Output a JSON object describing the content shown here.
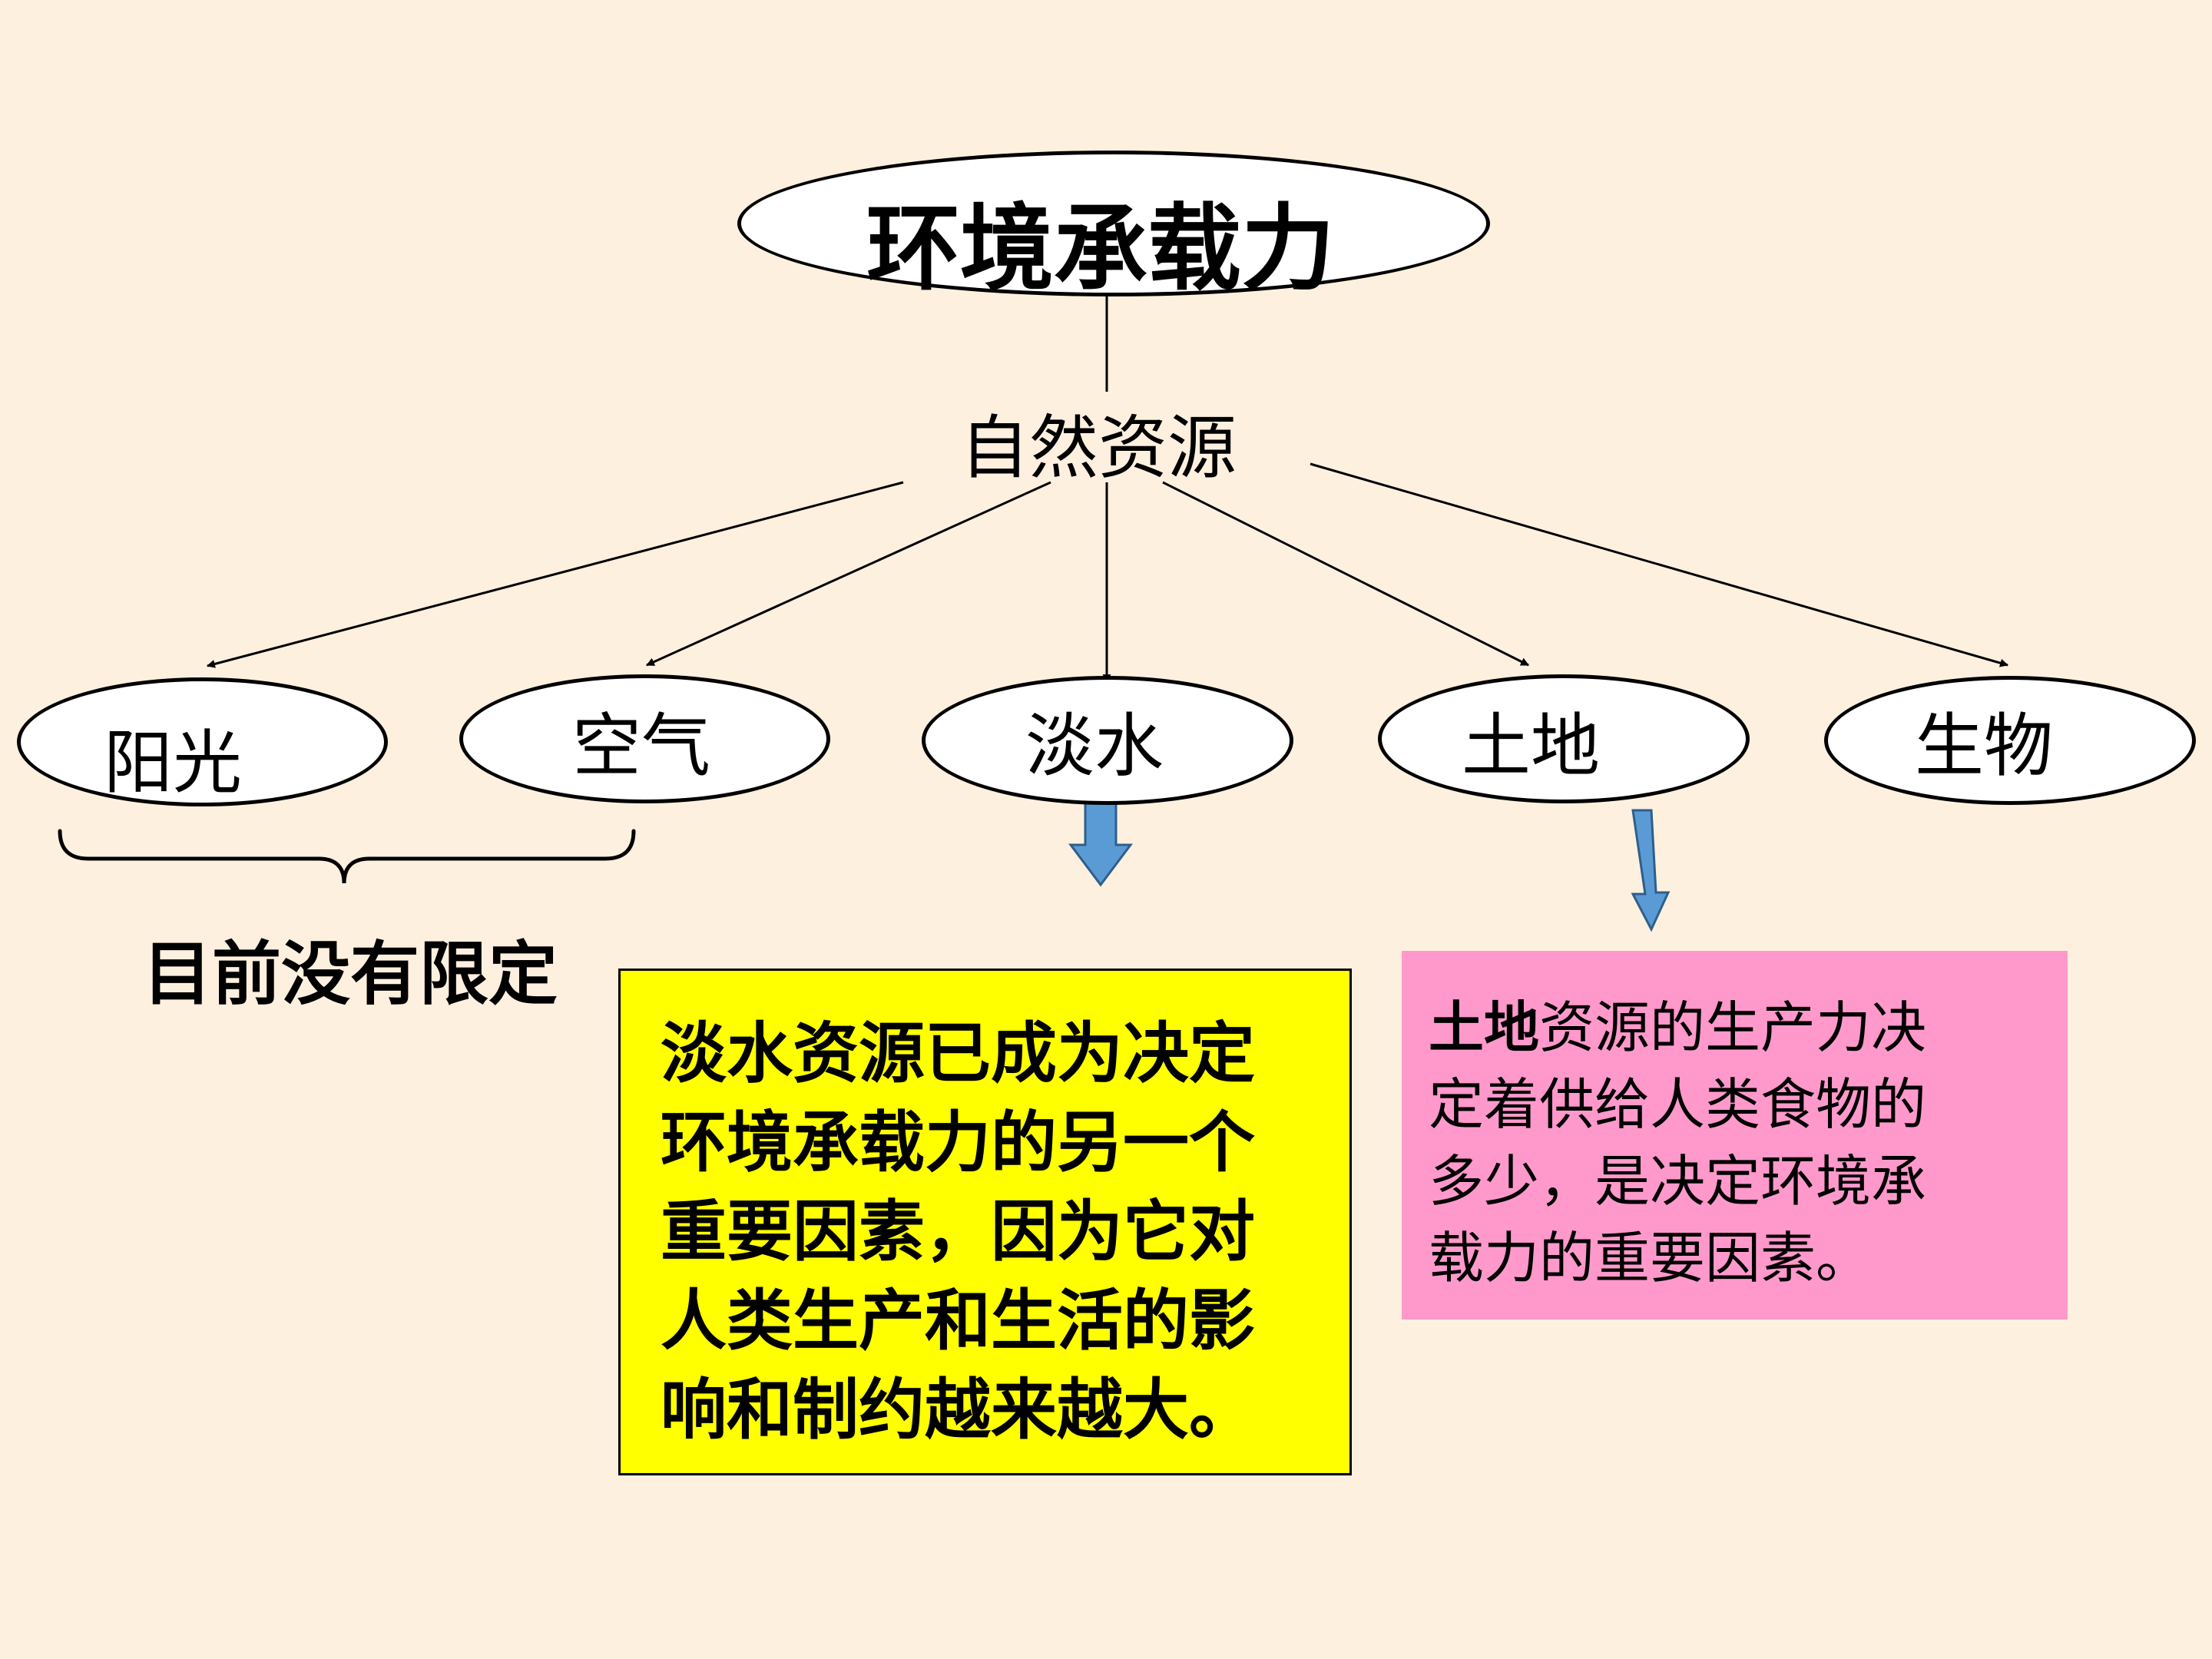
{
  "diagram": {
    "root": {
      "label": "环境承载力"
    },
    "hub": {
      "label": "自然资源"
    },
    "resources": [
      {
        "id": "sunlight",
        "label": "阳光"
      },
      {
        "id": "air",
        "label": "空气"
      },
      {
        "id": "freshwater",
        "label": "淡水"
      },
      {
        "id": "land",
        "label": "土地"
      },
      {
        "id": "biology",
        "label": "生物"
      }
    ],
    "brace_note": {
      "label": "目前没有限定"
    },
    "freshwater_note": {
      "text": "淡水资源已成为决定\n环境承载力的另一个\n重要因素，因为它对\n人类生产和生活的影\n响和制约越来越大。",
      "background": "#FFFF00"
    },
    "land_note": {
      "emphasis": "土地",
      "text": "资源的生产力决\n定着供给人类食物的\n多少，是决定环境承\n载力的重要因素。",
      "background": "#FF99CC"
    },
    "colors": {
      "background": "#FDF0DF",
      "arrow_fill": "#5B9BD5",
      "line": "#000000"
    }
  }
}
